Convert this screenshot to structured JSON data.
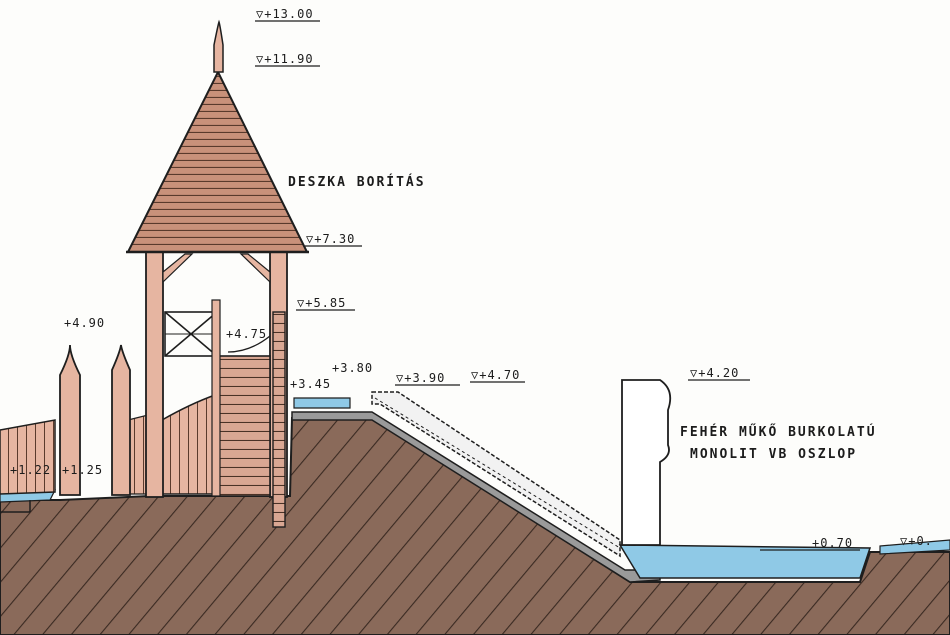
{
  "levels": {
    "l1300": "▽+13.00",
    "l1190": "▽+11.90",
    "l730": "▽+7.30",
    "l585": "▽+5.85",
    "l490": "+4.90",
    "l475": "+4.75",
    "l380": "+3.80",
    "l345": "+3.45",
    "l390": "▽+3.90",
    "l470": "▽+4.70",
    "l420": "▽+4.20",
    "l070": "+0.70",
    "l0": "▽+0.",
    "l125": "+1.25",
    "l122": "+1.22"
  },
  "notes": {
    "roof": "DESZKA BORÍTÁS",
    "pillar_line1": "FEHÉR MŰKŐ BURKOLATÚ",
    "pillar_line2": "MONOLIT VB OSZLOP"
  },
  "colors": {
    "ground": "#8a6a5a",
    "wood": "#e6b5a1",
    "roof": "#c9917a",
    "water": "#8fc9e6",
    "ink": "#1e1e1e",
    "paper": "#fdfdfb"
  }
}
